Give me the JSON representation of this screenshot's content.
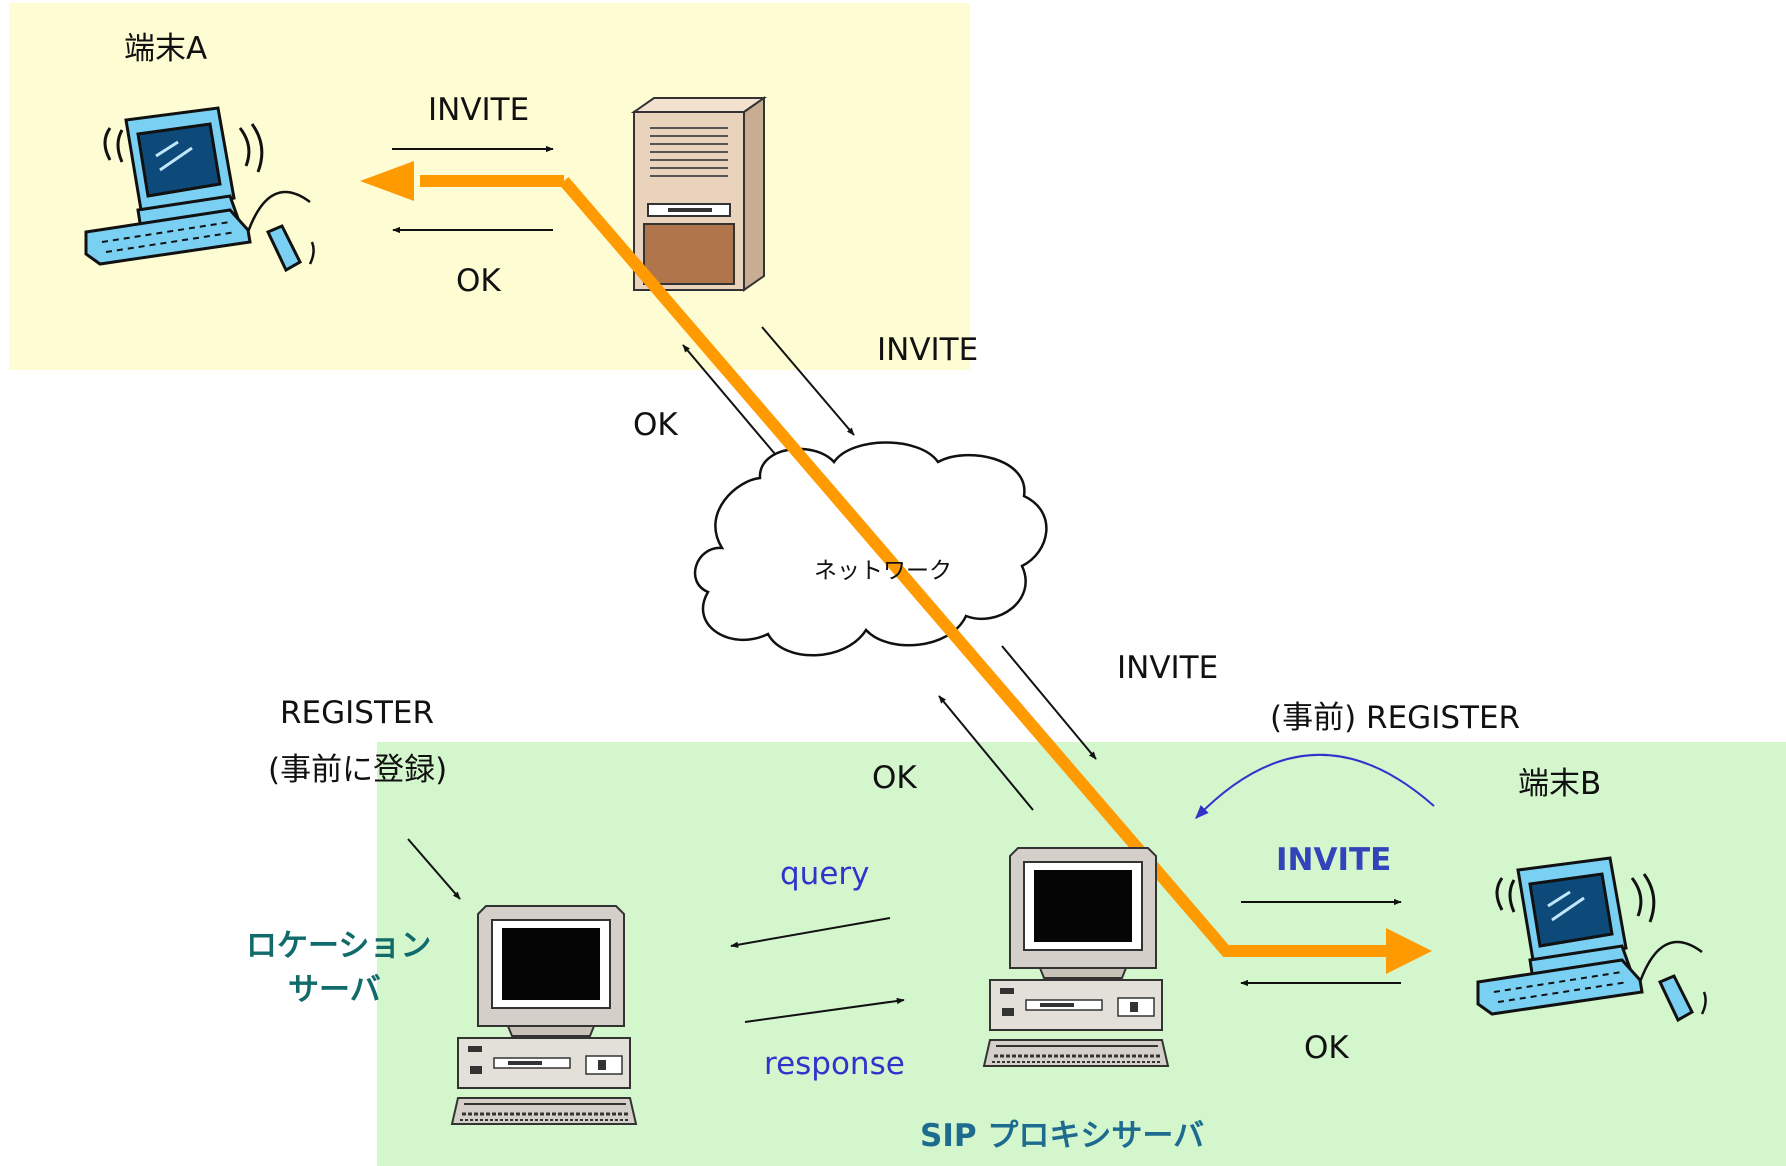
{
  "colors": {
    "domain_a_fill": "#fdfcd2",
    "domain_b_fill": "#d4f6cd",
    "call_path": "#ff9a00",
    "message_arrow": "#111111",
    "blue_text": "#3333cc",
    "location_text": "#116b6b",
    "proxy_text": "#1d6b8e",
    "monitor_body": "#7ad0f2",
    "server_tower": "#e9d3bd",
    "computer_body": "#d4cfc8"
  },
  "nodes": {
    "terminal_a": {
      "label": "端末A",
      "icon": "desktop-computer-icon"
    },
    "terminal_b": {
      "label": "端末B",
      "icon": "desktop-computer-icon"
    },
    "proxy_a": {
      "icon": "server-tower-icon"
    },
    "network": {
      "label": "ネットワーク",
      "icon": "cloud-icon"
    },
    "location_server": {
      "label_line1": "ロケーション",
      "label_line2": "サーバ",
      "icon": "pc-computer-icon"
    },
    "sip_proxy": {
      "label": "SIP プロキシサーバ",
      "icon": "pc-computer-icon"
    }
  },
  "messages": {
    "invite_top": "INVITE",
    "ok_top": "OK",
    "invite_upper_net": "INVITE",
    "ok_upper_net": "OK",
    "invite_lower_net": "INVITE",
    "ok_lower_net": "OK",
    "register_left": "REGISTER",
    "register_left_note": "(事前に登録)",
    "register_right": "(事前) REGISTER",
    "query": "query",
    "response": "response",
    "invite_b": "INVITE",
    "ok_b": "OK"
  }
}
